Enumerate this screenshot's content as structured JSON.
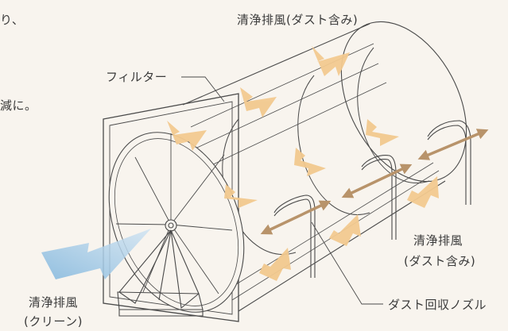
{
  "texts": {
    "fragment_top": "り、",
    "fragment_mid": "減に。",
    "exhaust_top": "清浄排風(ダスト含み)",
    "filter": "フィルター",
    "exhaust_right_1": "清浄排風",
    "exhaust_right_2": "(ダスト含み)",
    "nozzle": "ダスト回収ノズル",
    "clean_1": "清浄排風",
    "clean_2": "(クリーン)"
  },
  "colors": {
    "background": "#f8f4ee",
    "line": "#4a4a4a",
    "arrow_orange": "#f2c98f",
    "arrow_tan": "#b8936a",
    "arrow_blue": "#9cc6e4"
  }
}
